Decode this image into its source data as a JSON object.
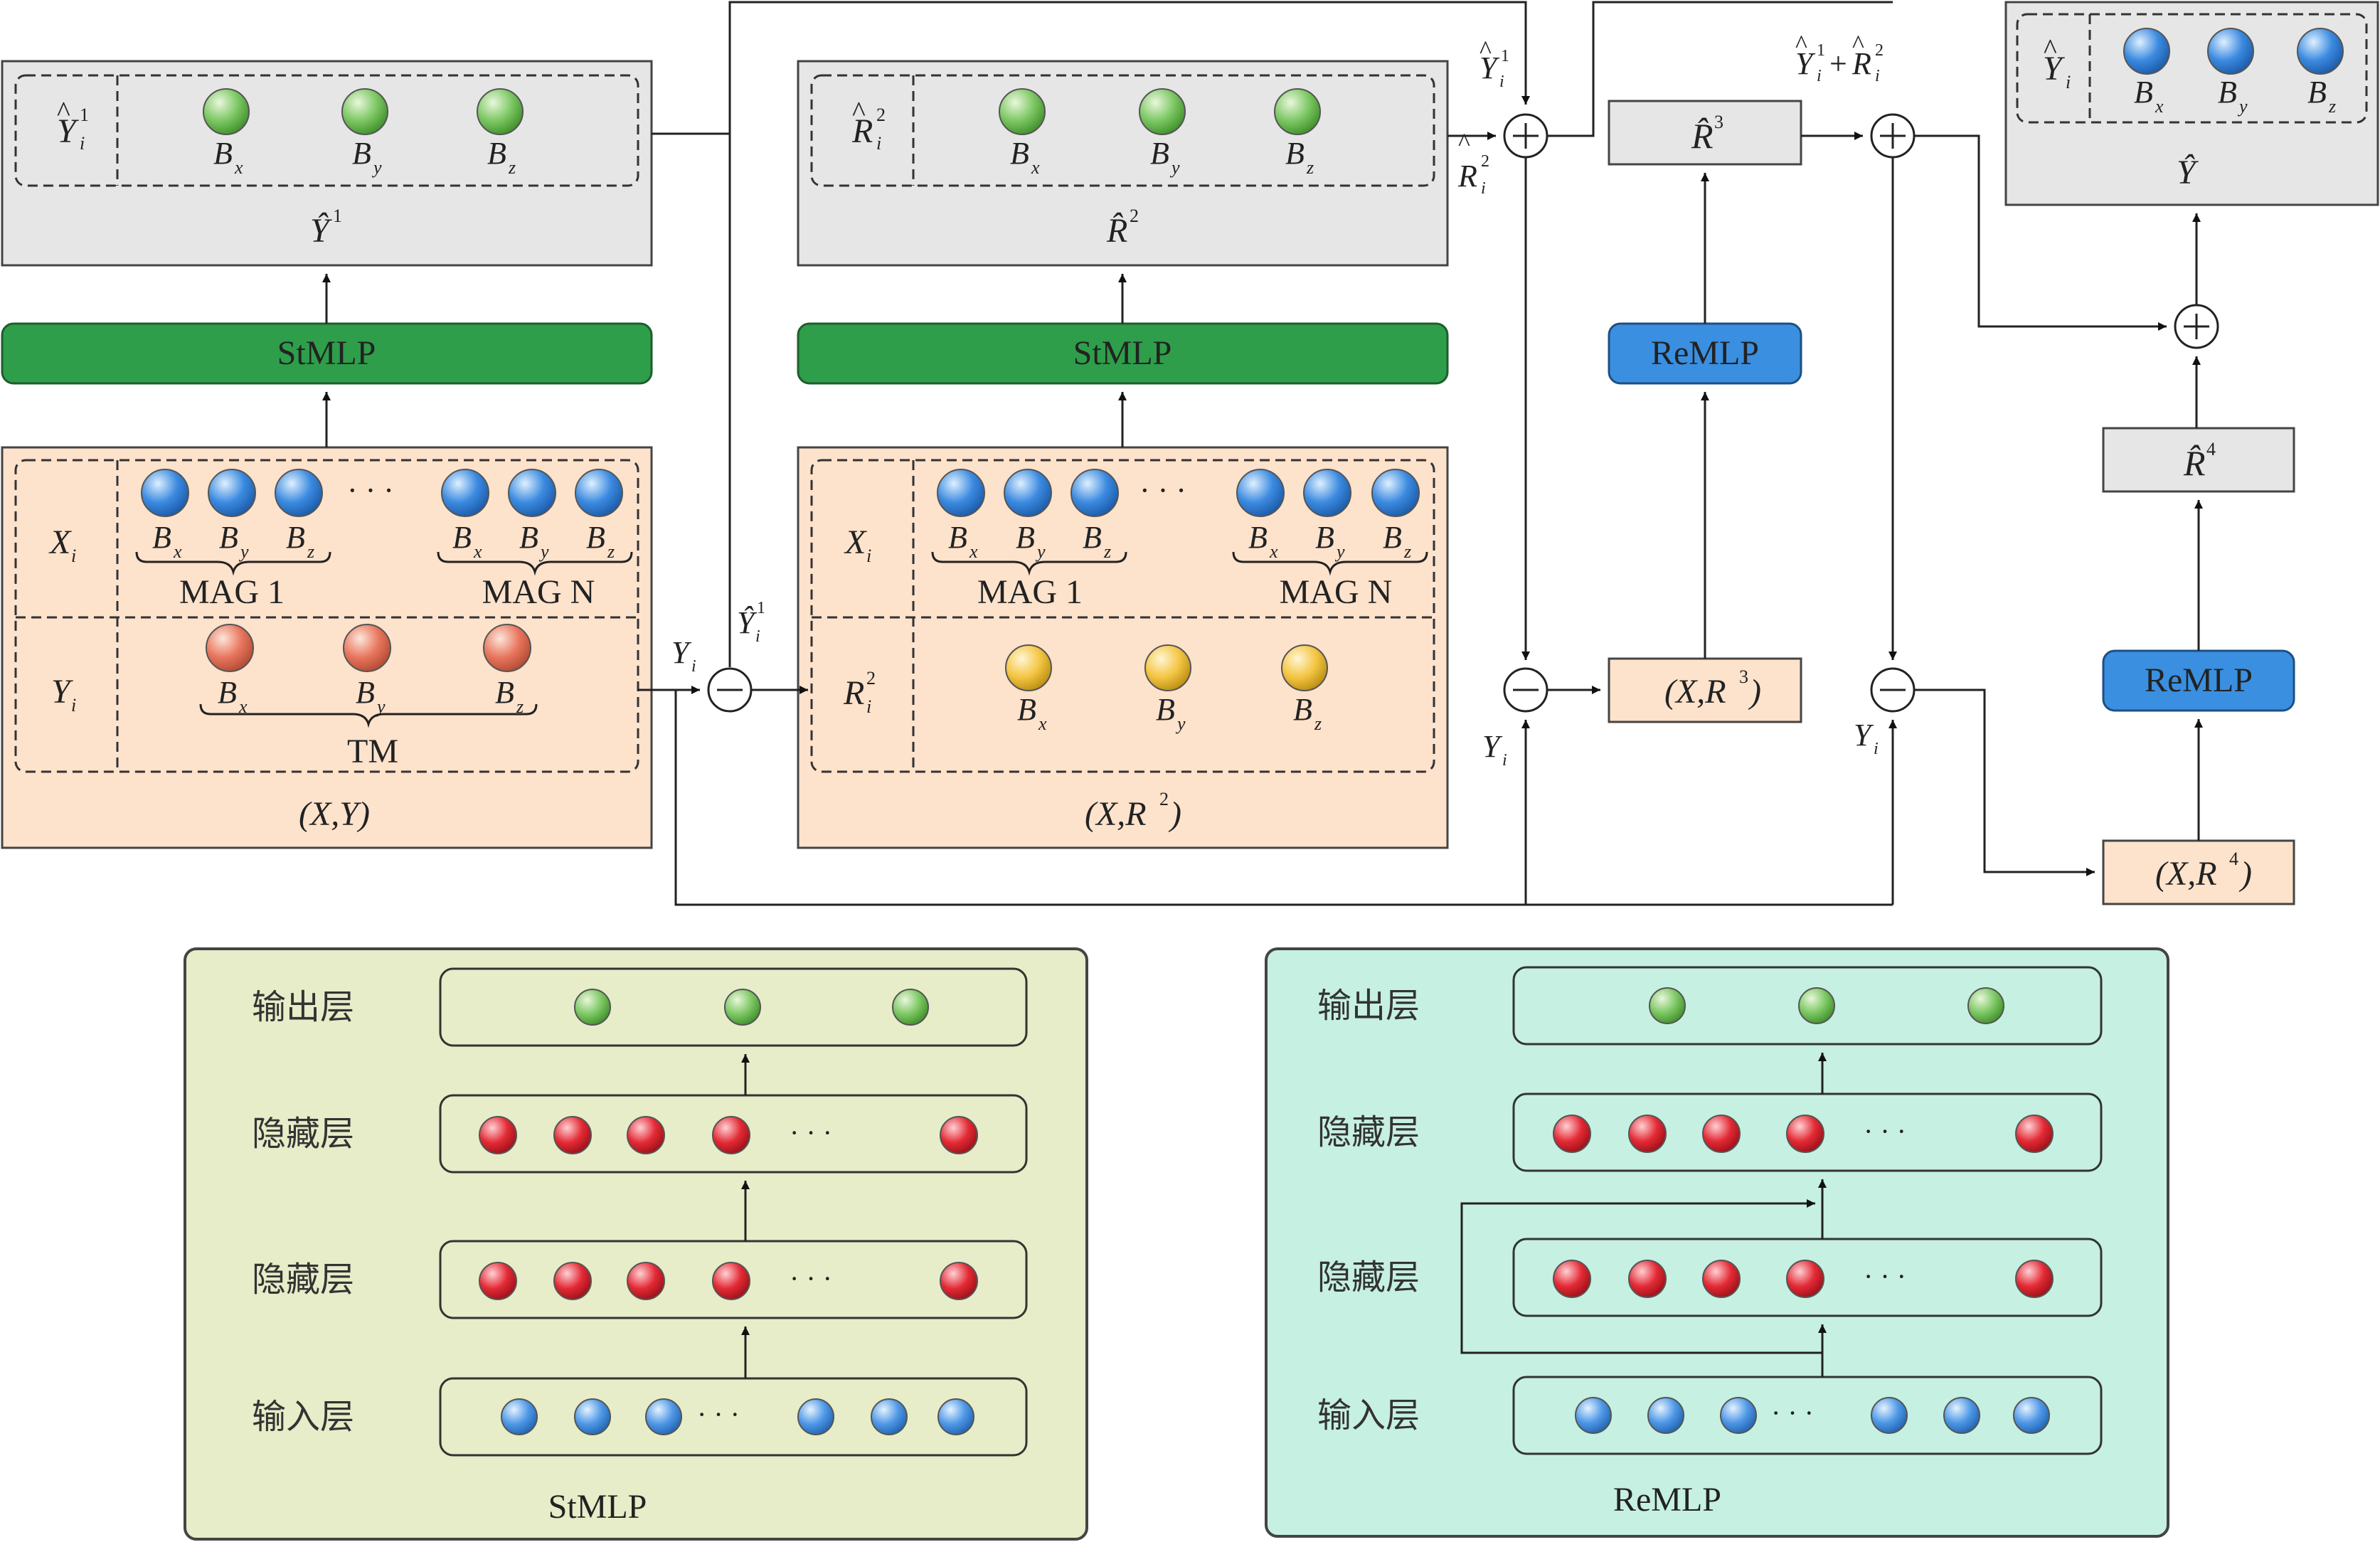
{
  "colors": {
    "stmlp_block": "#2e9e4a",
    "remlp_block": "#3a8fe0",
    "input_panel": "#fde2cc",
    "output_panel": "#e6e6e6",
    "stmlp_legend_bg": "#e6edc8",
    "remlp_legend_bg": "#c6f0e2",
    "node_green": "#7cc763",
    "node_blue": "#3b8ae0",
    "node_red_orange": "#e8755d",
    "node_yellow": "#f4c542",
    "node_red": "#e32a35"
  },
  "blocks": {
    "stmlp_1": "StMLP",
    "stmlp_2": "StMLP",
    "remlp_3": "ReMLP",
    "remlp_4": "ReMLP"
  },
  "panels": {
    "out1": {
      "left_label_main": "Y",
      "left_label_sup": "1",
      "left_label_sub": "i",
      "caption": "Ŷ",
      "caption_sup": "1"
    },
    "out2": {
      "left_label_main": "R",
      "left_label_sup": "2",
      "left_label_sub": "i",
      "caption": "R̂",
      "caption_sup": "2"
    },
    "out_final": {
      "left_label_main": "Y",
      "left_label_sub": "i",
      "caption": "Ŷ"
    },
    "in1": {
      "row1_label": "X",
      "row1_sub": "i",
      "row2_label": "Y",
      "row2_sub": "i",
      "group1": "MAG 1",
      "groupN": "MAG N",
      "group_tm": "TM",
      "caption": "(X,Y)"
    },
    "in2": {
      "row1_label": "X",
      "row1_sub": "i",
      "row2_label": "R",
      "row2_sub": "i",
      "row2_sup": "2",
      "group1": "MAG 1",
      "groupN": "MAG N",
      "caption": "(X,R",
      "caption_sup": "2",
      "caption_close": ")"
    }
  },
  "components": {
    "x": "B",
    "x_sub": "x",
    "y": "B",
    "y_sub": "y",
    "z": "B",
    "z_sub": "z"
  },
  "boxes": {
    "r3": {
      "main": "R̂",
      "sup": "3"
    },
    "r4": {
      "main": "R̂",
      "sup": "4"
    },
    "xr3": {
      "open": "(X,R",
      "sup": "3",
      "close": ")"
    },
    "xr4": {
      "open": "(X,R",
      "sup": "4",
      "close": ")"
    }
  },
  "annotations": {
    "yi_hat1_top": {
      "main": "Y",
      "sup": "1",
      "sub": "i"
    },
    "ri_hat2": {
      "main": "R",
      "sup": "2",
      "sub": "i"
    },
    "sum_label": {
      "a": "Y",
      "a_sup": "1",
      "a_sub": "i",
      "plus": "+",
      "b": "R",
      "b_sup": "2",
      "b_sub": "i"
    },
    "yi_hat1_mid": {
      "main": "Ŷ",
      "sup": "1",
      "sub": "i"
    },
    "yi": {
      "main": "Y",
      "sub": "i"
    }
  },
  "ellipsis": "· · ·",
  "stmlp_legend": {
    "layers": [
      "输出层",
      "隐藏层",
      "隐藏层",
      "输入层"
    ],
    "title": "StMLP"
  },
  "remlp_legend": {
    "layers": [
      "输出层",
      "隐藏层",
      "隐藏层",
      "输入层"
    ],
    "title": "ReMLP"
  }
}
